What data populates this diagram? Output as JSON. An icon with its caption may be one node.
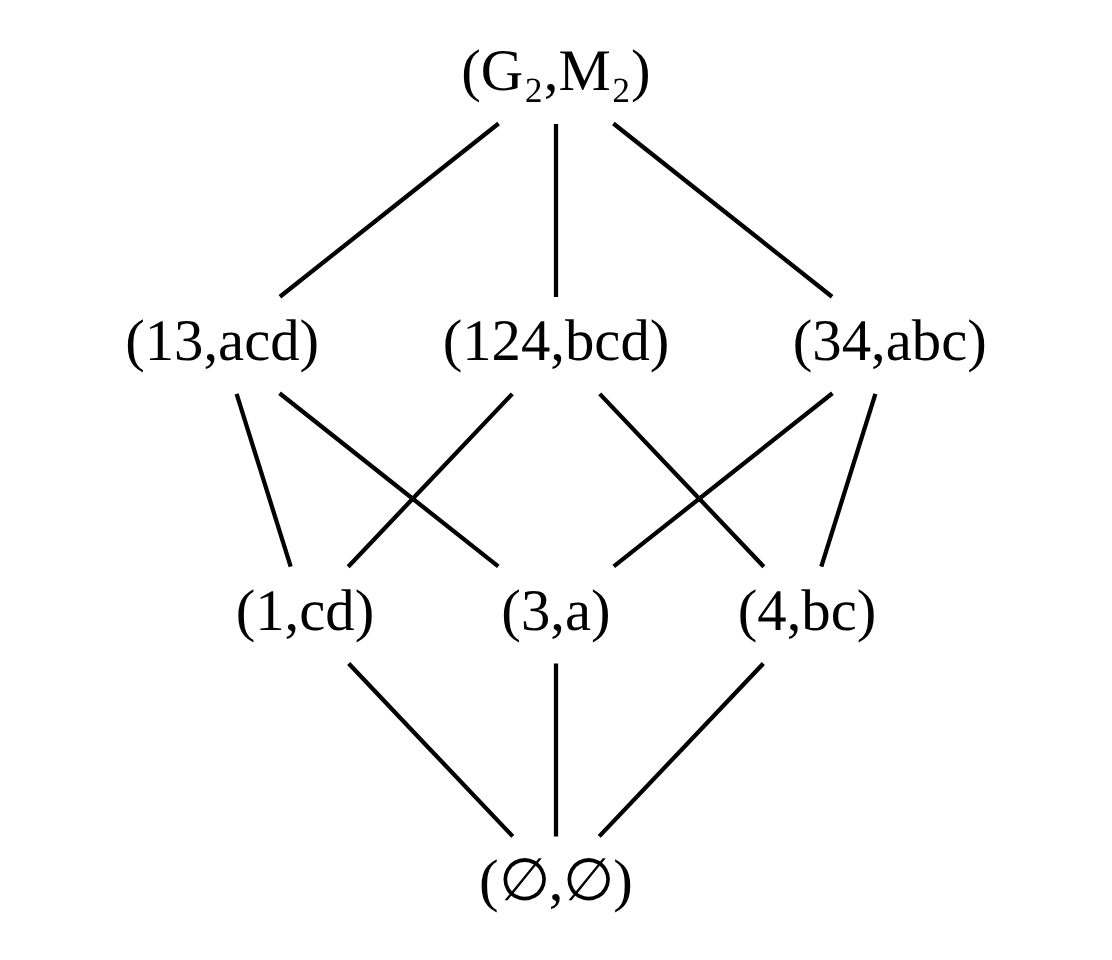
{
  "diagram": {
    "nodes": [
      {
        "text": [
          "(G₂,M₂)"
        ]
      },
      {
        "text": [
          "(13,acd)"
        ]
      },
      {
        "text": [
          "(34,abc)"
        ]
      },
      {
        "text": [
          "(124,bcd)"
        ]
      },
      {
        "text": [
          "(1,cd)"
        ]
      },
      {
        "text": [
          "(3,a)"
        ]
      },
      {
        "text": [
          "(4,bc)"
        ]
      },
      {
        "text": [
          "(∅,∅)"
        ]
      }
    ],
    "edges": [
      {
        "from": 0,
        "to": 1,
        "arrow": "none"
      },
      {
        "from": 0,
        "to": 2,
        "arrow": "none"
      },
      {
        "from": 0,
        "to": 3,
        "arrow": "none"
      },
      {
        "from": 1,
        "to": 4,
        "arrow": "none"
      },
      {
        "from": 1,
        "to": 5,
        "arrow": "none"
      },
      {
        "from": 2,
        "to": 5,
        "arrow": "none"
      },
      {
        "from": 2,
        "to": 6,
        "arrow": "none"
      },
      {
        "from": 3,
        "to": 4,
        "arrow": "none"
      },
      {
        "from": 3,
        "to": 6,
        "arrow": "none"
      },
      {
        "from": 4,
        "to": 7,
        "arrow": "none"
      },
      {
        "from": 5,
        "to": 7,
        "arrow": "none"
      },
      {
        "from": 6,
        "to": 7,
        "arrow": "none"
      }
    ]
  }
}
